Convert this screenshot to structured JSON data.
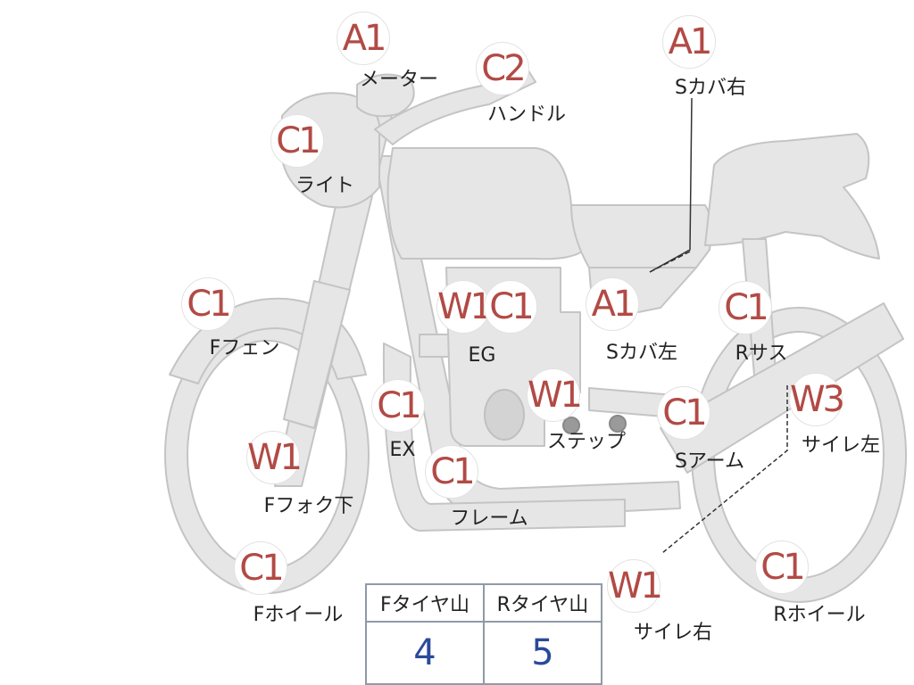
{
  "parts": [
    {
      "id": "meter",
      "grade": "A1",
      "label": "メーター"
    },
    {
      "id": "handle",
      "grade": "C2",
      "label": "ハンドル"
    },
    {
      "id": "scover-right",
      "grade": "A1",
      "label": "Sカバ右"
    },
    {
      "id": "light",
      "grade": "C1",
      "label": "ライト"
    },
    {
      "id": "f-fender",
      "grade": "C1",
      "label": "Fフェン"
    },
    {
      "id": "engine-w",
      "grade": "W1",
      "label": ""
    },
    {
      "id": "engine-c",
      "grade": "C1",
      "label": "EG"
    },
    {
      "id": "scover-left",
      "grade": "A1",
      "label": "Sカバ左"
    },
    {
      "id": "r-suspension",
      "grade": "C1",
      "label": "Rサス"
    },
    {
      "id": "exhaust",
      "grade": "C1",
      "label": "EX"
    },
    {
      "id": "step",
      "grade": "W1",
      "label": "ステップ"
    },
    {
      "id": "swing-arm",
      "grade": "C1",
      "label": "Sアーム"
    },
    {
      "id": "muffler-left",
      "grade": "W3",
      "label": "サイレ左"
    },
    {
      "id": "f-fork-lower",
      "grade": "W1",
      "label": "Fフォク下"
    },
    {
      "id": "frame",
      "grade": "C1",
      "label": "フレーム"
    },
    {
      "id": "f-wheel",
      "grade": "C1",
      "label": "Fホイール"
    },
    {
      "id": "muffler-right",
      "grade": "W1",
      "label": "サイレ右"
    },
    {
      "id": "r-wheel",
      "grade": "C1",
      "label": "Rホイール"
    }
  ],
  "tire_table": {
    "headers": [
      "Fタイヤ山",
      "Rタイヤ山"
    ],
    "values": [
      "4",
      "5"
    ]
  },
  "colors": {
    "grade_text": "#b24a45",
    "body_fill": "#e6e6e6",
    "body_stroke": "#c4c4c4",
    "table_value": "#2a4a9a"
  }
}
